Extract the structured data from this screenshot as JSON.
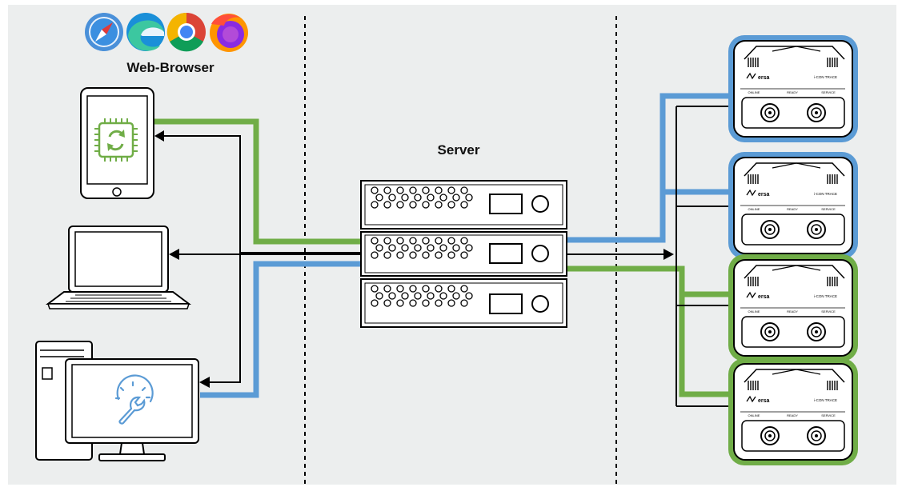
{
  "labels": {
    "browser_group": "Web-Browser",
    "server": "Server"
  },
  "stations": {
    "brand": "ersa",
    "model": "i-CON TRACE",
    "status_labels": [
      "ONLINE",
      "READY",
      "SERVICE"
    ]
  },
  "browser_icons": [
    "safari-icon",
    "edge-icon",
    "chrome-icon",
    "firefox-icon"
  ],
  "clients": [
    "tablet",
    "laptop",
    "desktop-pc"
  ],
  "station_frame_colors": [
    "#5b9bd5",
    "#5b9bd5",
    "#70ad47",
    "#70ad47"
  ],
  "colors": {
    "background": "#eceeee",
    "green_link": "#70ad47",
    "blue_link": "#5b9bd5",
    "line": "#000000"
  }
}
